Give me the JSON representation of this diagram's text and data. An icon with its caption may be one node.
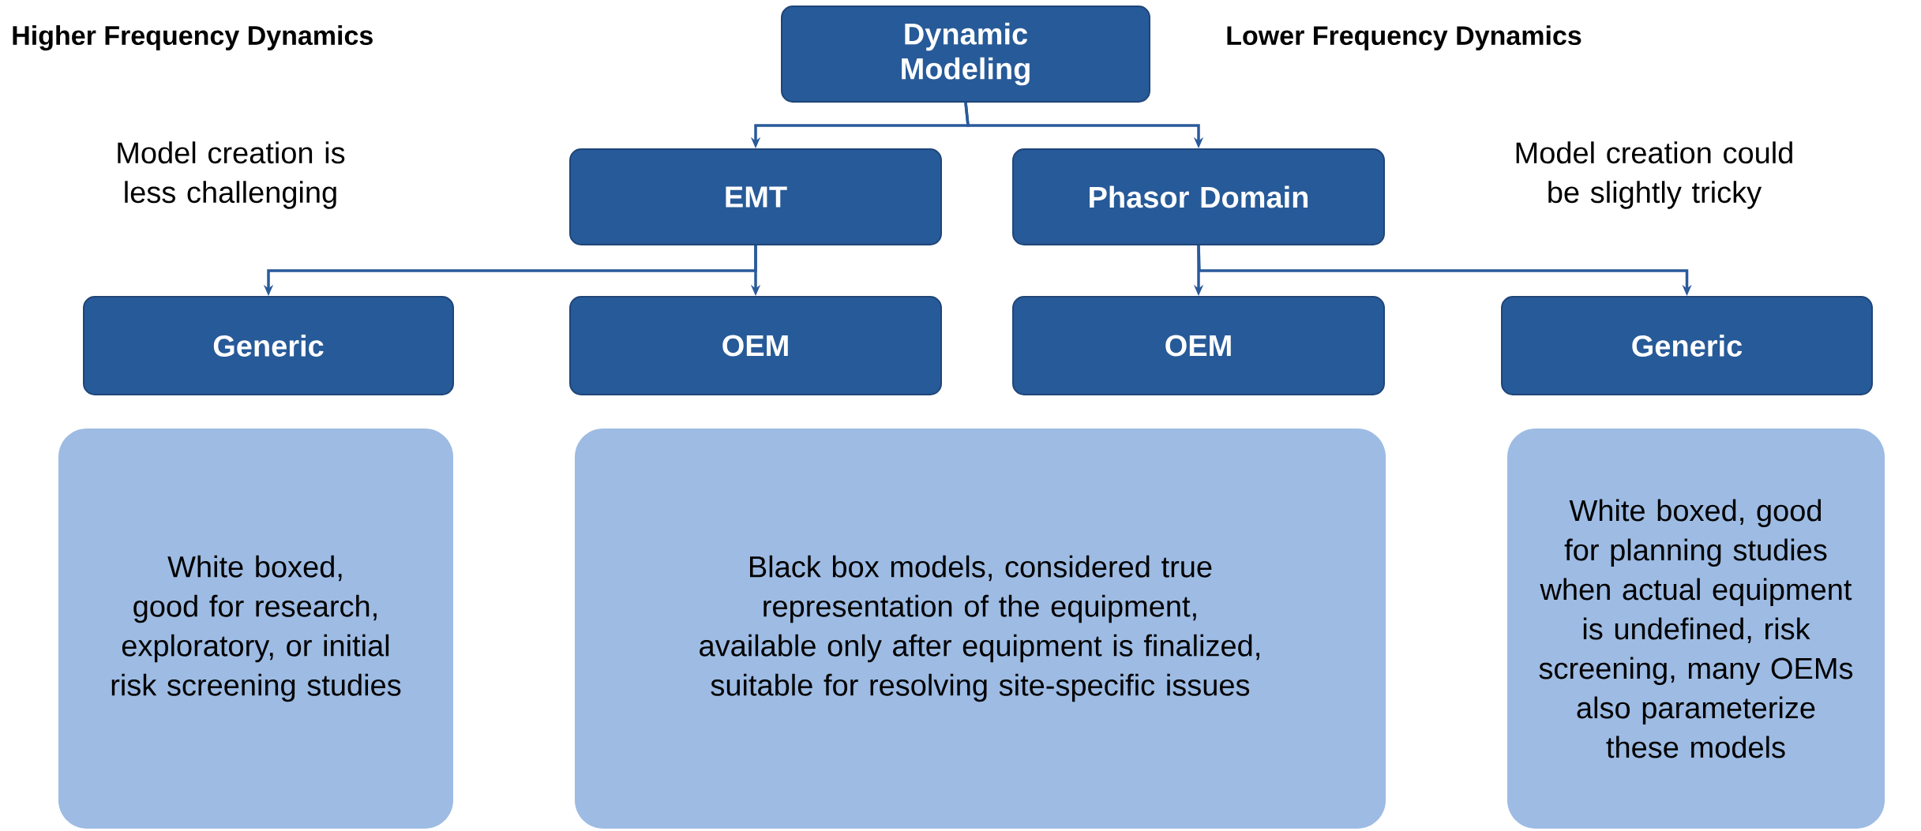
{
  "diagram": {
    "nodes": [
      {
        "text": [
          "Dynamic Modeling"
        ]
      },
      {
        "text": [
          "EMT"
        ]
      },
      {
        "text": [
          "Phasor Domain"
        ]
      },
      {
        "text": [
          "Generic"
        ]
      },
      {
        "text": [
          "OEM"
        ]
      },
      {
        "text": [
          "OEM"
        ]
      },
      {
        "text": [
          "Generic"
        ]
      },
      {
        "text": [
          "White boxed, good for research, exploratory, or initial risk screening studies"
        ]
      },
      {
        "text": [
          "Black box models, considered true representation of the equipment, available only after equipment is finalized, suitable for resolving site-specific issues"
        ]
      },
      {
        "text": [
          "White boxed, good for planning studies when actual equipment is undefined, risk screening, many OEMs also parameterize these models"
        ]
      }
    ],
    "edges": [
      {
        "from": 0,
        "to": 1,
        "arrow": "to"
      },
      {
        "from": 0,
        "to": 2,
        "arrow": "to"
      },
      {
        "from": 1,
        "to": 3,
        "arrow": "to"
      },
      {
        "from": 1,
        "to": 4,
        "arrow": "to"
      },
      {
        "from": 2,
        "to": 5,
        "arrow": "to"
      },
      {
        "from": 2,
        "to": 6,
        "arrow": "to"
      }
    ],
    "labels": [
      "Higher Frequency Dynamics",
      "Lower Frequency Dynamics",
      "Model creation is less challenging",
      "Model creation could be slightly tricky"
    ]
  }
}
